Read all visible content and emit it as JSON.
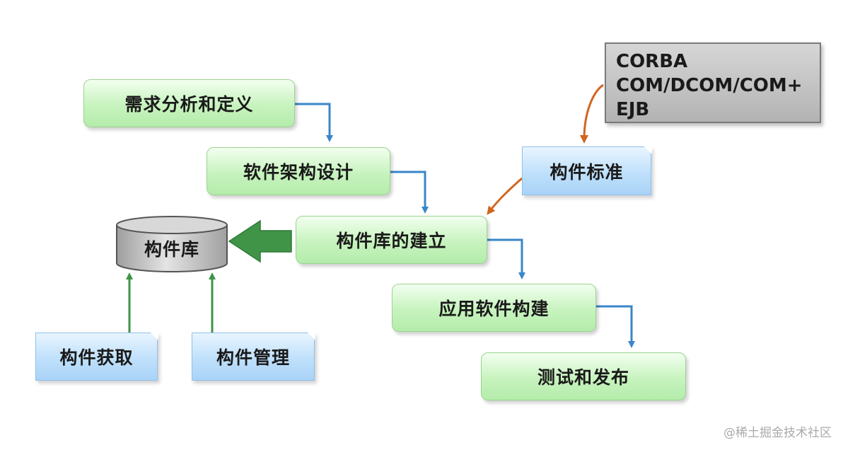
{
  "nodes": {
    "requirements": "需求分析和定义",
    "architecture": "软件架构设计",
    "library_build": "构件库的建立",
    "app_build": "应用软件构建",
    "test_release": "测试和发布",
    "standard": "构件标准",
    "library": "构件库",
    "acquire": "构件获取",
    "manage": "构件管理"
  },
  "standards_list": [
    "CORBA",
    "COM/DCOM/COM+",
    "EJB"
  ],
  "watermark": "@稀土掘金技术社区",
  "colors": {
    "flow_arrow": "#3a86c8",
    "standard_arrow": "#d2651e",
    "library_arrow": "#3f9447"
  }
}
